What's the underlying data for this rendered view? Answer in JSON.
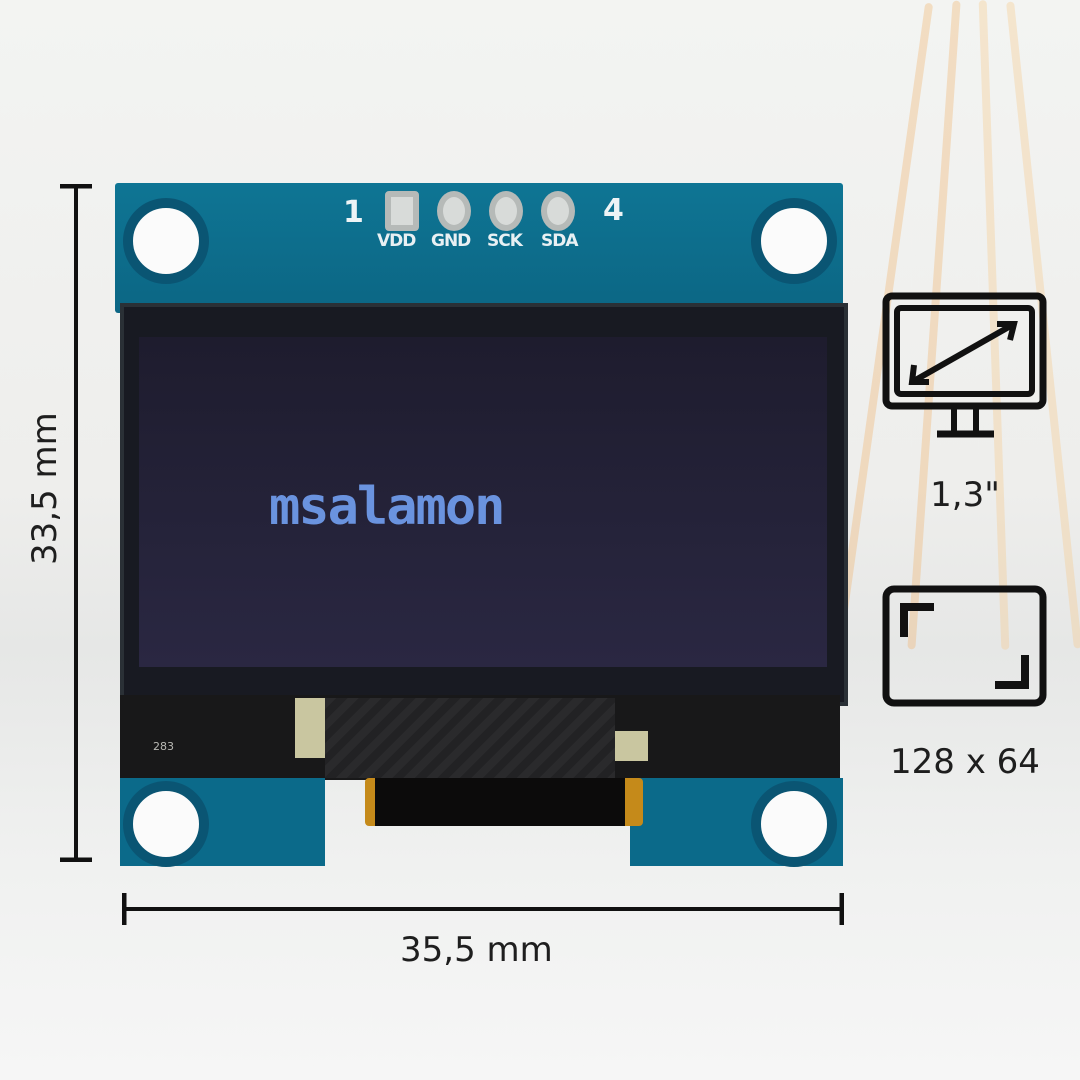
{
  "product": {
    "display_text": "msalamon",
    "board_code": "283",
    "pins": [
      {
        "number": "1",
        "label": "VDD"
      },
      {
        "number": "",
        "label": "GND"
      },
      {
        "number": "",
        "label": "SCK"
      },
      {
        "number": "4",
        "label": "SDA"
      }
    ]
  },
  "dimensions": {
    "height": "33,5 mm",
    "width": "35,5 mm"
  },
  "specs": {
    "diagonal": {
      "icon": "monitor-diagonal-icon",
      "value": "1,3\""
    },
    "resolution": {
      "icon": "resolution-frame-icon",
      "value": "128 x 64"
    }
  },
  "colors": {
    "pcb": "#0e7090",
    "oled_text": "#6a93df",
    "screen": "#221f33"
  }
}
